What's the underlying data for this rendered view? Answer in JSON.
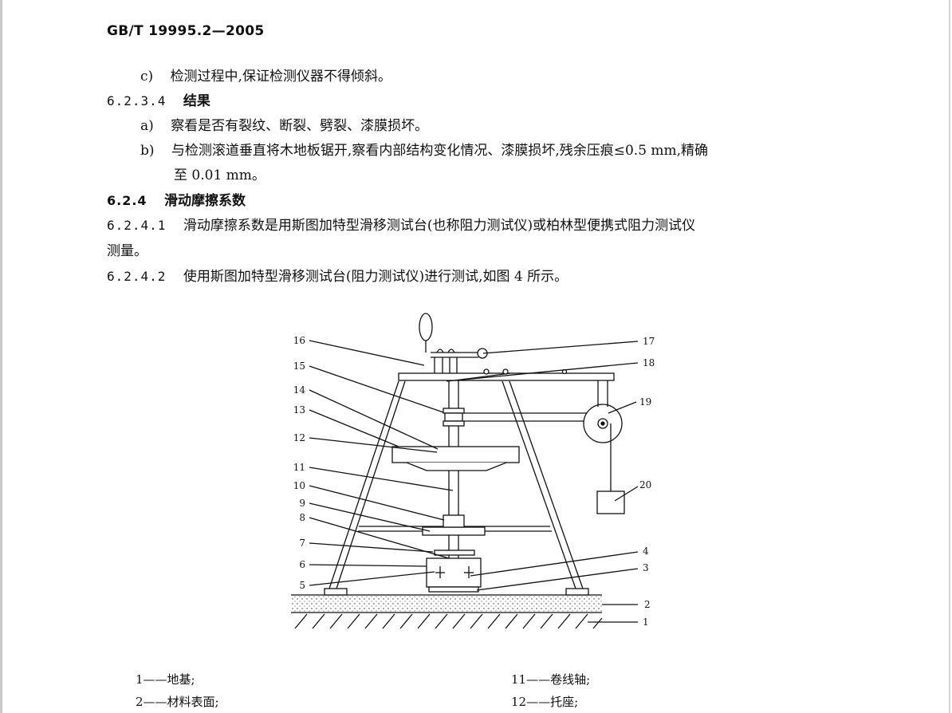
{
  "header": {
    "standard": "GB/T 19995.2—2005"
  },
  "body": {
    "item_c": {
      "marker": "c)",
      "text": "检测过程中,保证检测仪器不得倾斜。"
    },
    "sec_6234": {
      "number": "6.2.3.4",
      "title": "结果"
    },
    "item_a": {
      "marker": "a)",
      "text": "察看是否有裂纹、断裂、劈裂、漆膜损坏。"
    },
    "item_b": {
      "marker": "b)",
      "text_line1": "与检测滚道垂直将木地板锯开,察看内部结构变化情况、漆膜损坏,残余压痕≤0.5 mm,精确",
      "text_line2": "至 0.01 mm。"
    },
    "sec_624": {
      "number": "6.2.4",
      "title": "滑动摩擦系数"
    },
    "sec_6241": {
      "number": "6.2.4.1",
      "text_line1": "滑动摩擦系数是用斯图加特型滑移测试台(也称阻力测试仪)或柏林型便携式阻力测试仪",
      "text_line2": "测量。"
    },
    "sec_6242": {
      "number": "6.2.4.2",
      "text": "使用斯图加特型滑移测试台(阻力测试仪)进行测试,如图 4 所示。"
    }
  },
  "figure": {
    "labels_left": [
      "16",
      "15",
      "14",
      "13",
      "12",
      "11",
      "10",
      "9",
      "8",
      "7",
      "6",
      "5"
    ],
    "labels_right": [
      "17",
      "18",
      "19",
      "20",
      "4",
      "3",
      "2",
      "1"
    ]
  },
  "legend": {
    "left": [
      "1——地基;",
      "2——材料表面;"
    ],
    "right": [
      "11——卷线轴;",
      "12——托座;"
    ]
  }
}
